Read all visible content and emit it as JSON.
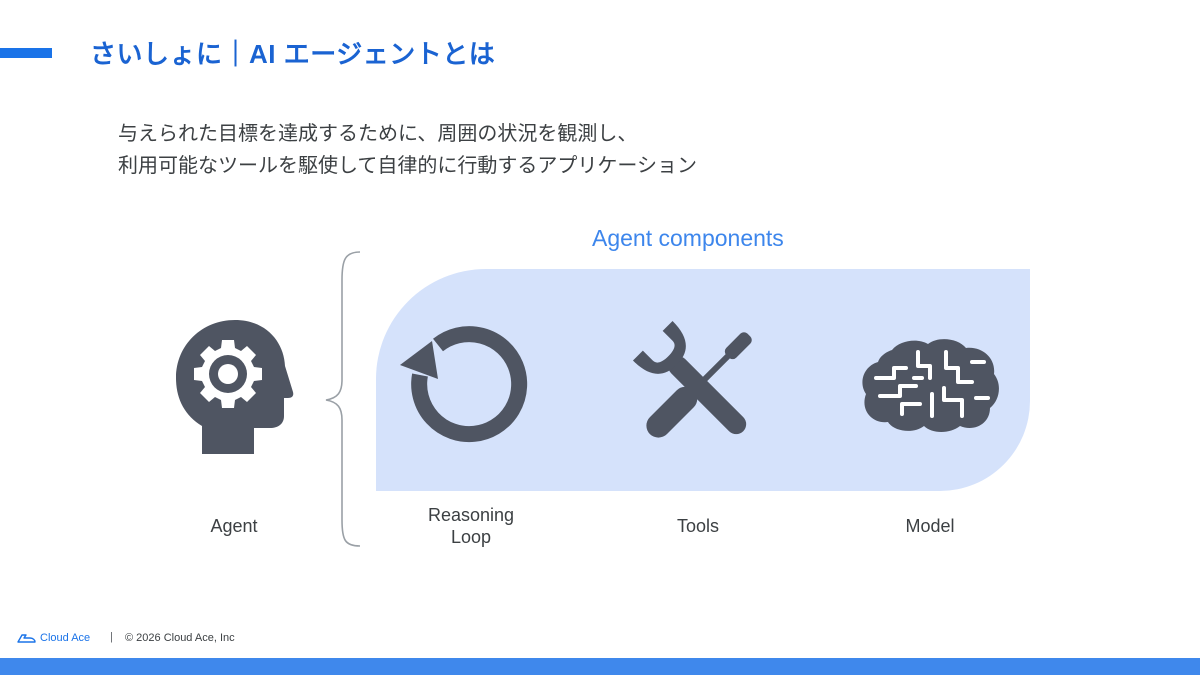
{
  "slide": {
    "title": "さいしょに｜AI エージェントとは",
    "description_lines": [
      "与えられた目標を達成するために、周囲の状況を観測し、",
      "利用可能なツールを駆使して自律的に行動するアプリケーション"
    ]
  },
  "diagram": {
    "components_title": "Agent components",
    "agent": {
      "label": "Agent",
      "icon": "head-gear-icon"
    },
    "components": [
      {
        "label_lines": [
          "Reasoning",
          "Loop"
        ],
        "icon": "circular-arrow-icon"
      },
      {
        "label_lines": [
          "Tools"
        ],
        "icon": "wrench-screwdriver-icon"
      },
      {
        "label_lines": [
          "Model"
        ],
        "icon": "brain-circuit-icon"
      }
    ],
    "colors": {
      "panel": "#d5e2fb",
      "icon": "#4f5562",
      "accent": "#1a73e8"
    }
  },
  "footer": {
    "logo_text": "Cloud Ace",
    "separator": "|",
    "copyright": "© 2026 Cloud Ace, Inc"
  }
}
